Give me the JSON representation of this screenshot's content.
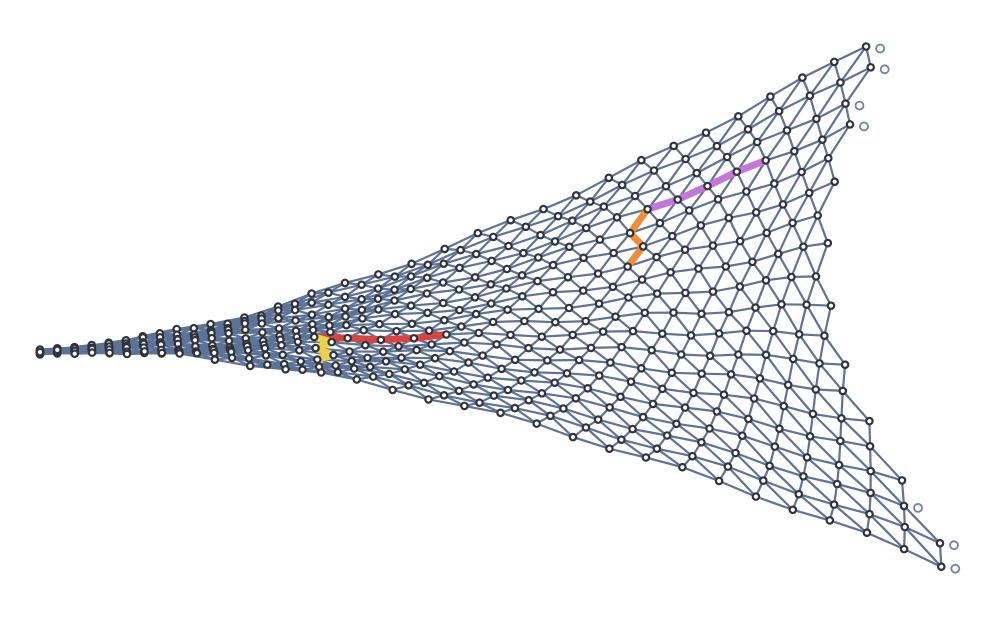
{
  "diagram": {
    "kind": "triangular-lattice-graph",
    "lattice": {
      "rows": 19,
      "columns": 26,
      "connectivity": "triangular",
      "boundary": "curved-quadrilateral"
    },
    "colors": {
      "background": "#ffffff",
      "edge": "#5d7397",
      "node_stroke": "#30333d",
      "node_fill": "#ffffff",
      "corner_node_stroke": "#6f82a8"
    },
    "highlighted_paths": [
      {
        "color_name": "red",
        "color": "#d9443f",
        "nodes": [
          [
            10,
            8
          ],
          [
            10,
            9
          ],
          [
            10,
            10
          ],
          [
            10,
            11
          ],
          [
            10,
            12
          ]
        ]
      },
      {
        "color_name": "yellow",
        "color": "#ecd24a",
        "nodes": [
          [
            10,
            8
          ],
          [
            11,
            8
          ],
          [
            12,
            8
          ],
          [
            13,
            8
          ],
          [
            14,
            8
          ]
        ]
      },
      {
        "color_name": "orange",
        "color": "#f08c3a",
        "nodes": [
          [
            3,
            18
          ],
          [
            4,
            18
          ],
          [
            5,
            18
          ],
          [
            6,
            18
          ]
        ]
      },
      {
        "color_name": "purple",
        "color": "#c576d8",
        "nodes": [
          [
            3,
            18
          ],
          [
            3,
            19
          ],
          [
            3,
            20
          ],
          [
            3,
            21
          ],
          [
            3,
            22
          ]
        ]
      }
    ]
  }
}
